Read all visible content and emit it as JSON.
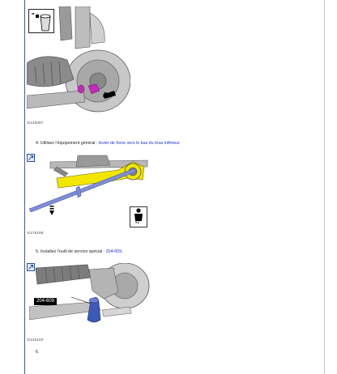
{
  "figures": {
    "fig1": {
      "label": "E145097"
    },
    "fig2": {
      "label": "E175198",
      "badge": "x2"
    },
    "fig3": {
      "label": "E145100",
      "callout": "204-609"
    }
  },
  "steps": {
    "step4": {
      "text": "4. Utilisez l'équipement général : ",
      "link": "levier de force vers le bas du bras inférieur"
    },
    "step5": {
      "text": "5. Installez l'outil de service spécial : ",
      "link": "204-609."
    },
    "step6": {
      "text": "6."
    }
  },
  "colors": {
    "link": "#1f31c8",
    "highlight_magenta": "#c02ab8",
    "highlight_yellow": "#f2e600",
    "bar_blue": "#7f8ed4",
    "tool_blue": "#3e59b6"
  },
  "icons": [
    "zoom-icon",
    "tool-icon",
    "person-icon",
    "arrow-down-icon"
  ]
}
